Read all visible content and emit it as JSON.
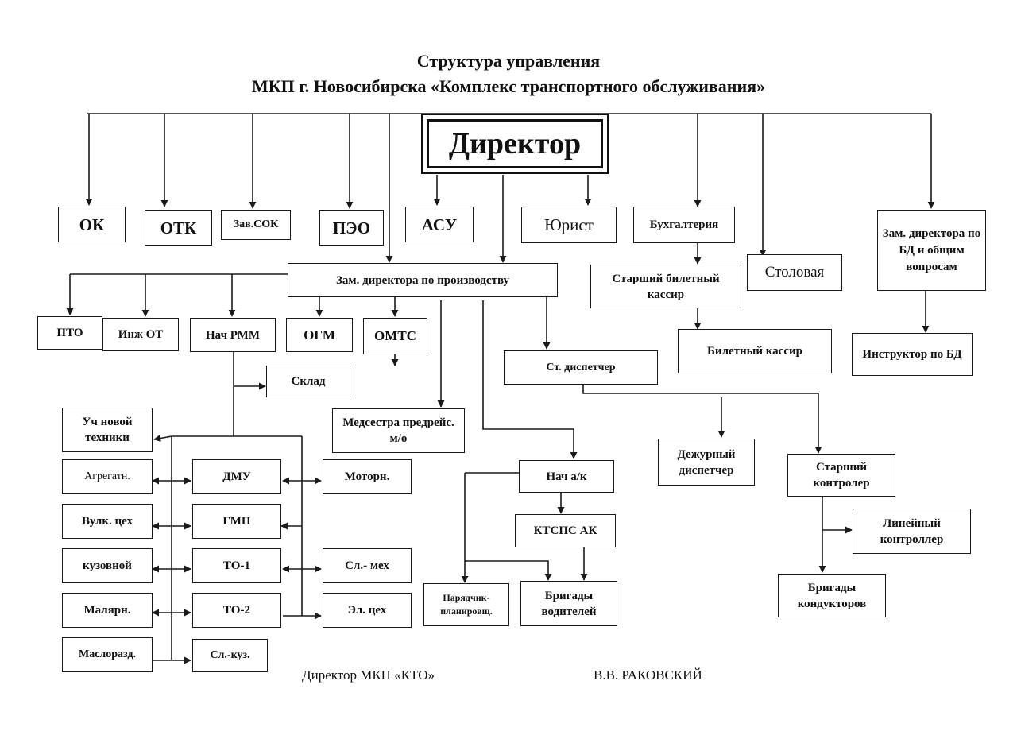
{
  "title": {
    "line1": "Структура управления",
    "line2": "МКП г. Новосибирска  «Комплекс транспортного обслуживания»"
  },
  "nodes": {
    "director": "Директор",
    "ok": "ОК",
    "otk": "ОТК",
    "zav_sok": "Зав.СОК",
    "peo": "ПЭО",
    "asu": "АСУ",
    "yurist": "Юрист",
    "buhgalteriya": "Бухгалтерия",
    "stolovaya": "Столовая",
    "zam_bd": "Зам. директора по БД и общим вопросам",
    "zam_proizv": "Зам. директора по производству",
    "starshiy_kassir": "Старший билетный кассир",
    "biletniy_kassir": "Билетный кассир",
    "instruktor_bd": "Инструктор по БД",
    "pto": "ПТО",
    "inzh_ot": "Инж ОТ",
    "nach_rmm": "Нач РММ",
    "ogm": "ОГМ",
    "omts": "ОМТС",
    "sklad": "Склад",
    "st_dispetcher": "Ст. диспетчер",
    "medsestra": "Медсестра предрейс. м/о",
    "uch_novoy_tehniki": "Уч новой техники",
    "agregatn": "Агрегатн.",
    "dmu": "ДМУ",
    "motorn": "Моторн.",
    "vulk_ceh": "Вулк. цех",
    "gmp": "ГМП",
    "kuzovnoy": "кузовной",
    "to1": "ТО-1",
    "sl_meh": "Сл.- мех",
    "malyarn": "Малярн.",
    "to2": "ТО-2",
    "el_ceh": "Эл. цех",
    "maslorazd": "Маслоразд.",
    "sl_kuz": "Сл.-куз.",
    "nach_ak": "Нач  а/к",
    "ktsps_ak": "КТСПС АК",
    "naryadchik": "Нарядчик-планировщ.",
    "brigady_voditeley": "Бригады водителей",
    "dezhurniy_dispetcher": "Дежурный диспетчер",
    "starshiy_kontroler": "Старший контролер",
    "lineyniy_kontroller": "Линейный контроллер",
    "brigady_konduktorov": "Бригады кондукторов"
  },
  "signature": {
    "label": "Директор МКП «КТО»",
    "name": "В.В. РАКОВСКИЙ"
  }
}
